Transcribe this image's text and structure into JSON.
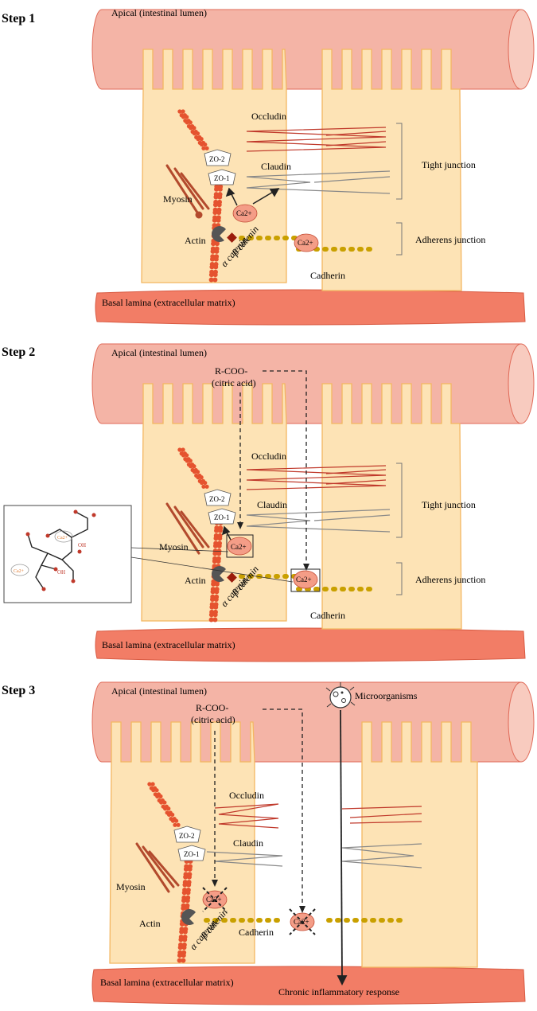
{
  "steps": [
    {
      "label": "Step 1",
      "apical": "Apical (intestinal lumen)",
      "basal": "Basal lamina (extracellular matrix)",
      "occludin": "Occludin",
      "claudin": "Claudin",
      "zo2": "ZO-2",
      "zo1": "ZO-1",
      "myosin": "Myosin",
      "actin": "Actin",
      "ca": "Ca2+",
      "beta_catenin": "β catenin",
      "alpha_catenin": "α catenin",
      "cadherin": "Cadherin",
      "tight_junction": "Tight junction",
      "adherens_junction": "Adherens junction"
    },
    {
      "label": "Step 2",
      "apical": "Apical (intestinal lumen)",
      "basal": "Basal lamina (extracellular matrix)",
      "rcoo": "R-COO-",
      "citric": "(citric acid)",
      "occludin": "Occludin",
      "claudin": "Claudin",
      "zo2": "ZO-2",
      "zo1": "ZO-1",
      "myosin": "Myosin",
      "actin": "Actin",
      "ca": "Ca2+",
      "beta_catenin": "β catenin",
      "alpha_catenin": "α catenin",
      "cadherin": "Cadherin",
      "tight_junction": "Tight junction",
      "adherens_junction": "Adherens junction",
      "inset": {
        "oh": "OH",
        "ca": "Ca2+"
      }
    },
    {
      "label": "Step 3",
      "apical": "Apical (intestinal lumen)",
      "basal": "Basal lamina (extracellular matrix)",
      "rcoo": "R-COO-",
      "citric": "(citric acid)",
      "microorganisms": "Microorganisms",
      "occludin": "Occludin",
      "claudin": "Claudin",
      "zo2": "ZO-2",
      "zo1": "ZO-1",
      "myosin": "Myosin",
      "actin": "Actin",
      "ca": "Ca2+",
      "beta_catenin": "β catenin",
      "alpha_catenin": "α catenin",
      "cadherin": "Cadherin",
      "chronic": "Chronic inflammatory response"
    }
  ],
  "colors": {
    "lumen": "#f4b4a6",
    "lumen_edge": "#e06a58",
    "cell": "#fde3b5",
    "cell_edge": "#f3b661",
    "basal": "#f27d66",
    "actin": "#e5532f",
    "myosin": "#b34a2d",
    "occludin": "#c0392b",
    "claudin": "#888888",
    "cadherin": "#c9a000",
    "calcium": "#f49d87",
    "catenin_beta": "#9b1c0c",
    "catenin_alpha": "#555555"
  }
}
